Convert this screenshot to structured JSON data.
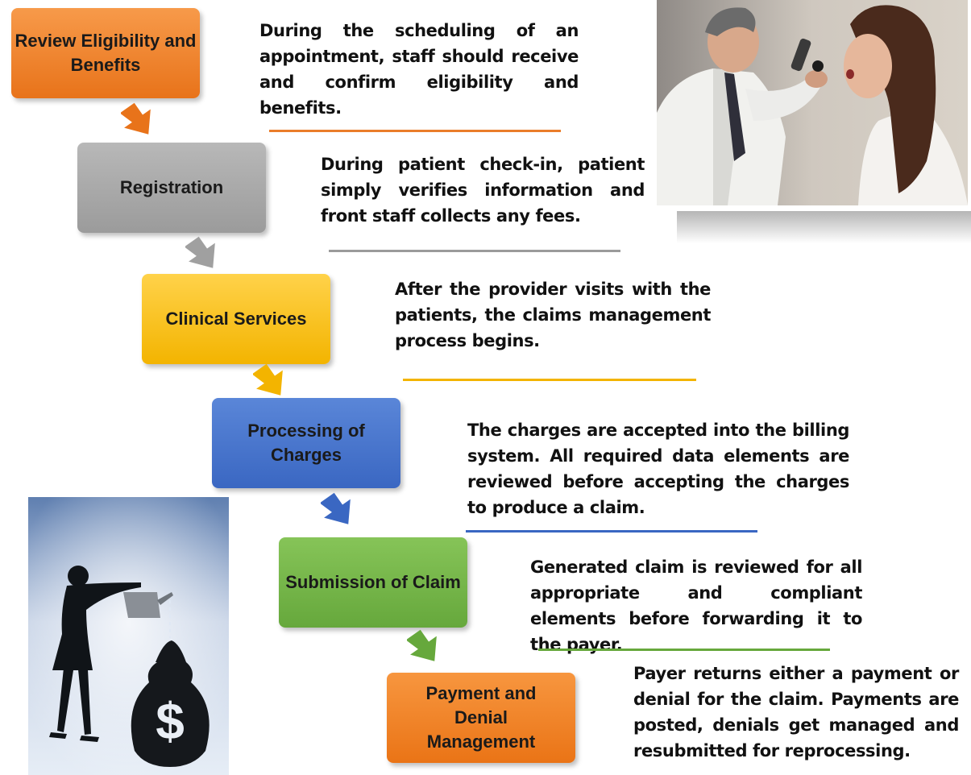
{
  "steps": [
    {
      "id": "review",
      "label": "Review Eligibility and Benefits",
      "color": "#e8731a"
    },
    {
      "id": "registration",
      "label": "Registration",
      "color": "#9b9b9b"
    },
    {
      "id": "clinical",
      "label": "Clinical Services",
      "color": "#f3b400"
    },
    {
      "id": "processing",
      "label": "Processing of Charges",
      "color": "#3a67c2"
    },
    {
      "id": "submission",
      "label": "Submission of Claim",
      "color": "#66a83c"
    },
    {
      "id": "payment",
      "label": "Payment and Denial Management",
      "color": "#ea7416"
    }
  ],
  "descriptions": [
    "During the scheduling of an appointment, staff should receive and confirm eligibility and benefits.",
    "During patient check-in, patient simply verifies information and front staff collects any fees.",
    "After the provider visits with the patients, the claims management process begins.",
    "The charges are accepted into the billing system. All required data elements are reviewed before accepting the charges to produce a claim.",
    "Generated claim is reviewed for all appropriate and compliant elements before forwarding it to the payer.",
    "Payer returns either a payment or denial for the claim. Payments are posted, denials get managed and resubmitted for reprocessing."
  ]
}
